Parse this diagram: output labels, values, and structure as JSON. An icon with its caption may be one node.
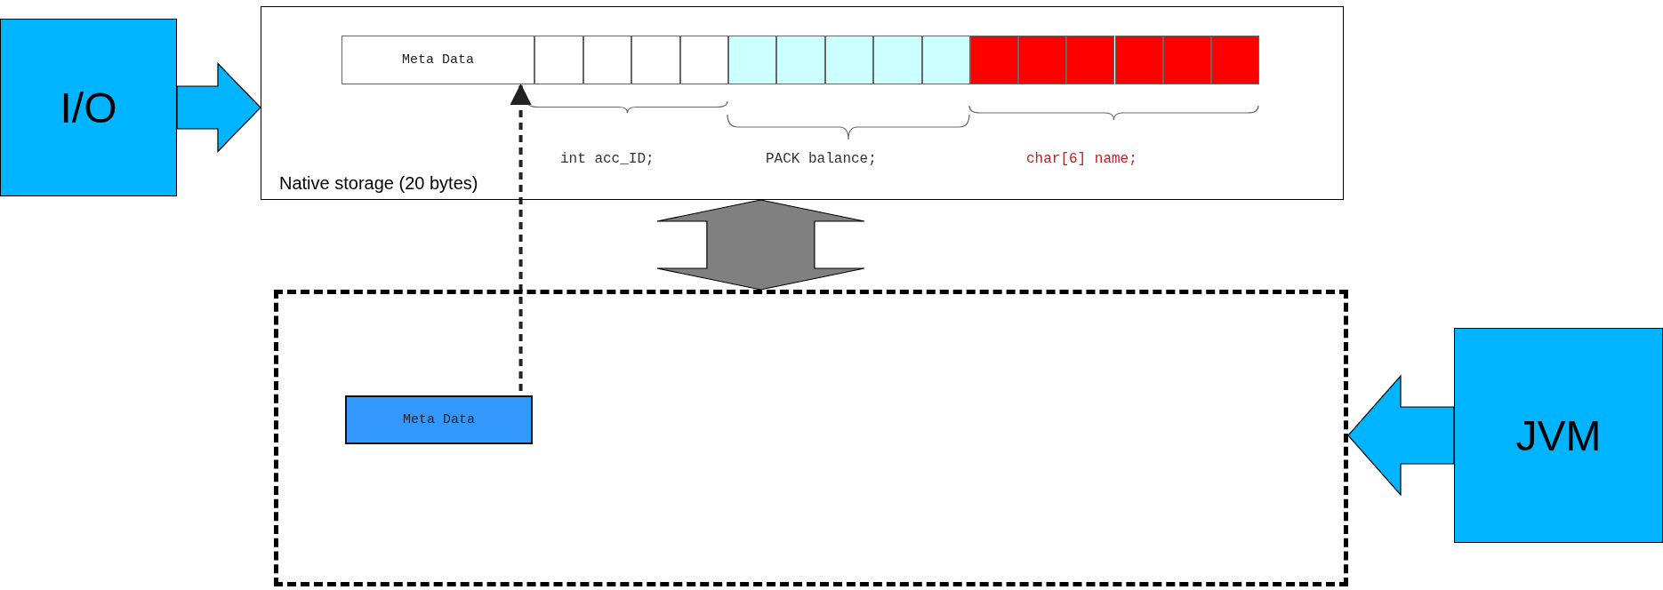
{
  "diagram": {
    "nodes": [
      {
        "text": [
          "I/O"
        ]
      },
      {
        "text": [
          "Native storage (20 bytes)"
        ]
      },
      {
        "text": [
          "Meta Data"
        ],
        "in": 1
      },
      {
        "text": [],
        "shape": "box",
        "in": 1
      },
      {
        "text": [],
        "shape": "box",
        "in": 1
      },
      {
        "text": [],
        "shape": "box",
        "in": 1
      },
      {
        "text": [],
        "shape": "box",
        "in": 1
      },
      {
        "text": [],
        "shape": "box",
        "in": 1
      },
      {
        "text": [],
        "shape": "box",
        "in": 1
      },
      {
        "text": [],
        "shape": "box",
        "in": 1
      },
      {
        "text": [],
        "shape": "box",
        "in": 1
      },
      {
        "text": [],
        "shape": "box",
        "in": 1
      },
      {
        "text": [],
        "shape": "box",
        "in": 1
      },
      {
        "text": [],
        "shape": "box",
        "in": 1
      },
      {
        "text": [],
        "shape": "box",
        "in": 1
      },
      {
        "text": [],
        "shape": "box",
        "in": 1
      },
      {
        "text": [],
        "shape": "box",
        "in": 1
      },
      {
        "text": [],
        "shape": "box",
        "in": 1
      },
      {
        "text": [],
        "shape": "box"
      },
      {
        "text": [
          "Meta Data"
        ],
        "in": 18
      },
      {
        "text": [
          "JVM"
        ]
      }
    ],
    "edges": [
      {
        "from": 0,
        "to": 1,
        "arrow": "to",
        "style": "thick",
        "color": "#00b4ff"
      },
      {
        "from": 1,
        "to": 18,
        "arrow": "both",
        "style": "thick",
        "color": "#808080"
      },
      {
        "from": 19,
        "to": 2,
        "arrow": "to",
        "style": "dashed"
      },
      {
        "from": 20,
        "to": 18,
        "arrow": "to",
        "style": "thick",
        "color": "#00b4ff"
      }
    ],
    "labels": [
      "int acc_ID;",
      "PACK balance;",
      "char[6] name;"
    ]
  }
}
